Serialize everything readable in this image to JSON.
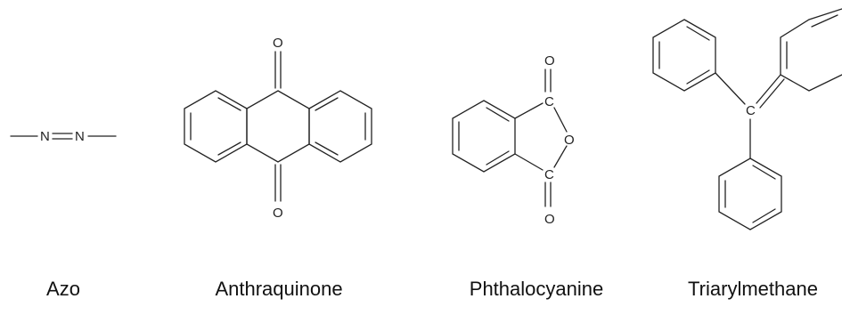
{
  "structures": [
    {
      "caption": "Azo",
      "atoms": [
        "N",
        "N"
      ]
    },
    {
      "caption": "Anthraquinone",
      "atoms": [
        "O",
        "O"
      ]
    },
    {
      "caption": "Phthalocyanine",
      "atoms": [
        "O",
        "C",
        "O",
        "C",
        "O"
      ]
    },
    {
      "caption": "Triarylmethane",
      "atoms": [
        "C"
      ]
    }
  ],
  "colors": {
    "line": "#222222",
    "text": "#111111",
    "background": "#ffffff"
  }
}
